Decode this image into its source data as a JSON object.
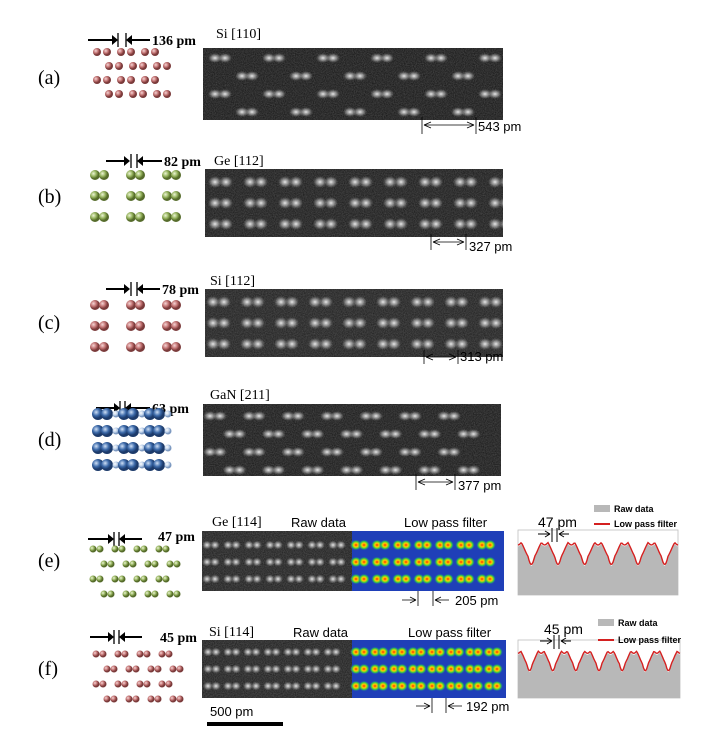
{
  "figure": {
    "panels": [
      {
        "id": "a",
        "label": "(a)",
        "spacing": "136 pm",
        "crystal": "Si [110]",
        "repeat": "543 pm",
        "atom_color": "#b86a6a",
        "atom_style": "pair",
        "stem_style": "diamond"
      },
      {
        "id": "b",
        "label": "(b)",
        "spacing": "82 pm",
        "crystal": "Ge [112]",
        "repeat": "327 pm",
        "atom_color": "#8aaa55",
        "atom_style": "pair",
        "stem_style": "grid3"
      },
      {
        "id": "c",
        "label": "(c)",
        "spacing": "78 pm",
        "crystal": "Si [112]",
        "repeat": "313 pm",
        "atom_color": "#b86a6a",
        "atom_style": "pair",
        "stem_style": "grid3noisy"
      },
      {
        "id": "d",
        "label": "(d)",
        "spacing": "63 pm",
        "crystal": "GaN [211]",
        "repeat": "377 pm",
        "atom_color": "#3060a0",
        "atom_style": "gan",
        "stem_style": "diamond"
      },
      {
        "id": "e",
        "label": "(e)",
        "spacing": "47 pm",
        "crystal": "Ge [114]",
        "raw_label": "Raw data",
        "filter_label": "Low pass filter",
        "repeat": "205 pm",
        "atom_color": "#8aaa55",
        "atom_style": "pair",
        "profile_spacing": "47 pm",
        "legend": [
          "Raw data",
          "Low pass filter"
        ]
      },
      {
        "id": "f",
        "label": "(f)",
        "spacing": "45 pm",
        "crystal": "Si [114]",
        "raw_label": "Raw data",
        "filter_label": "Low pass filter",
        "repeat": "192 pm",
        "atom_color": "#b86a6a",
        "atom_style": "pair",
        "profile_spacing": "45 pm",
        "legend": [
          "Raw data",
          "Low pass filter"
        ]
      }
    ],
    "scale_bar": "500 pm",
    "colors": {
      "raw_fill": "#b8b8b8",
      "filter_line": "#d42020"
    }
  }
}
